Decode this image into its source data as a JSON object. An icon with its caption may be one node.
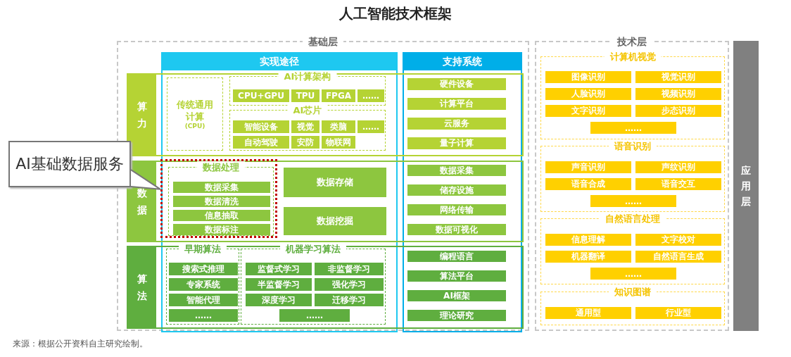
{
  "diagram": {
    "title": "人工智能技术框架",
    "caption": "来源：根据公开资料自主研究绘制。",
    "nodes": [
      {
        "text": [
          "基础层"
        ]
      },
      {
        "text": [
          "实现途径"
        ],
        "in": 0
      },
      {
        "text": [
          "支持系统"
        ],
        "in": 0
      },
      {
        "text": [
          "算力"
        ],
        "in": 0
      },
      {
        "text": [
          "传统通用计算",
          "(CPU)"
        ]
      },
      {
        "text": [
          "AI计算架构"
        ]
      },
      {
        "text": [
          "CPU+GPU"
        ],
        "in": 5
      },
      {
        "text": [
          "TPU"
        ],
        "in": 5
      },
      {
        "text": [
          "FPGA"
        ],
        "in": 5
      },
      {
        "text": [
          "……"
        ],
        "in": 5
      },
      {
        "text": [
          "AI芯片"
        ]
      },
      {
        "text": [
          "智能设备"
        ],
        "in": 10
      },
      {
        "text": [
          "视觉"
        ],
        "in": 10
      },
      {
        "text": [
          "类脑"
        ],
        "in": 10
      },
      {
        "text": [
          "……"
        ],
        "in": 10
      },
      {
        "text": [
          "自动驾驶"
        ],
        "in": 10
      },
      {
        "text": [
          "安防"
        ],
        "in": 10
      },
      {
        "text": [
          "物联网"
        ],
        "in": 10
      },
      {
        "text": [
          "硬件设备"
        ]
      },
      {
        "text": [
          "计算平台"
        ]
      },
      {
        "text": [
          "云服务"
        ]
      },
      {
        "text": [
          "量子计算"
        ]
      },
      {
        "text": [
          "数据"
        ],
        "in": 0
      },
      {
        "text": [],
        "shape": "box"
      },
      {
        "text": [
          "数据处理"
        ],
        "in": 23
      },
      {
        "text": [
          "数据采集"
        ],
        "in": 24
      },
      {
        "text": [
          "数据清洗"
        ],
        "in": 24
      },
      {
        "text": [
          "信息抽取"
        ],
        "in": 24
      },
      {
        "text": [
          "数据标注"
        ],
        "in": 24
      },
      {
        "text": [
          "数据存储"
        ]
      },
      {
        "text": [
          "数据挖掘"
        ]
      },
      {
        "text": [
          "数据采集"
        ]
      },
      {
        "text": [
          "储存设施"
        ]
      },
      {
        "text": [
          "网络传输"
        ]
      },
      {
        "text": [
          "数据可视化"
        ]
      },
      {
        "text": [
          "算法"
        ],
        "in": 0
      },
      {
        "text": [
          "早期算法"
        ]
      },
      {
        "text": [
          "搜索式推理"
        ],
        "in": 36
      },
      {
        "text": [
          "专家系统"
        ],
        "in": 36
      },
      {
        "text": [
          "智能代理"
        ],
        "in": 36
      },
      {
        "text": [
          "……"
        ],
        "in": 36
      },
      {
        "text": [
          "机器学习算法"
        ]
      },
      {
        "text": [
          "监督式学习"
        ],
        "in": 41
      },
      {
        "text": [
          "非监督学习"
        ],
        "in": 41
      },
      {
        "text": [
          "半监督学习"
        ],
        "in": 41
      },
      {
        "text": [
          "强化学习"
        ],
        "in": 41
      },
      {
        "text": [
          "深度学习"
        ],
        "in": 41
      },
      {
        "text": [
          "迁移学习"
        ],
        "in": 41
      },
      {
        "text": [
          "……"
        ],
        "in": 41
      },
      {
        "text": [
          "编程语言"
        ]
      },
      {
        "text": [
          "算法平台"
        ]
      },
      {
        "text": [
          "AI框架"
        ]
      },
      {
        "text": [
          "理论研究"
        ]
      },
      {
        "text": [
          "技术层"
        ]
      },
      {
        "text": [
          "计算机视觉"
        ],
        "in": 53
      },
      {
        "text": [
          "图像识别"
        ],
        "in": 54
      },
      {
        "text": [
          "视觉识别"
        ],
        "in": 54
      },
      {
        "text": [
          "人脸识别"
        ],
        "in": 54
      },
      {
        "text": [
          "视频识别"
        ],
        "in": 54
      },
      {
        "text": [
          "文字识别"
        ],
        "in": 54
      },
      {
        "text": [
          "步态识别"
        ],
        "in": 54
      },
      {
        "text": [
          "……"
        ],
        "in": 54
      },
      {
        "text": [
          "语音识别"
        ],
        "in": 53
      },
      {
        "text": [
          "声音识别"
        ],
        "in": 62
      },
      {
        "text": [
          "声纹识别"
        ],
        "in": 62
      },
      {
        "text": [
          "语音合成"
        ],
        "in": 62
      },
      {
        "text": [
          "语音交互"
        ],
        "in": 62
      },
      {
        "text": [
          "……"
        ],
        "in": 62
      },
      {
        "text": [
          "自然语言处理"
        ],
        "in": 53
      },
      {
        "text": [
          "信息理解"
        ],
        "in": 68
      },
      {
        "text": [
          "文字校对"
        ],
        "in": 68
      },
      {
        "text": [
          "机器翻译"
        ],
        "in": 68
      },
      {
        "text": [
          "自然语言生成"
        ],
        "in": 68
      },
      {
        "text": [
          "……"
        ],
        "in": 68
      },
      {
        "text": [
          "知识图谱"
        ],
        "in": 53
      },
      {
        "text": [
          "通用型"
        ],
        "in": 74
      },
      {
        "text": [
          "行业型"
        ],
        "in": 74
      },
      {
        "text": [
          "应用层"
        ]
      },
      {
        "text": [
          "AI基础数据服务"
        ]
      }
    ],
    "edges": [
      {
        "from": 78,
        "to": 23,
        "arrow": "to"
      }
    ]
  }
}
